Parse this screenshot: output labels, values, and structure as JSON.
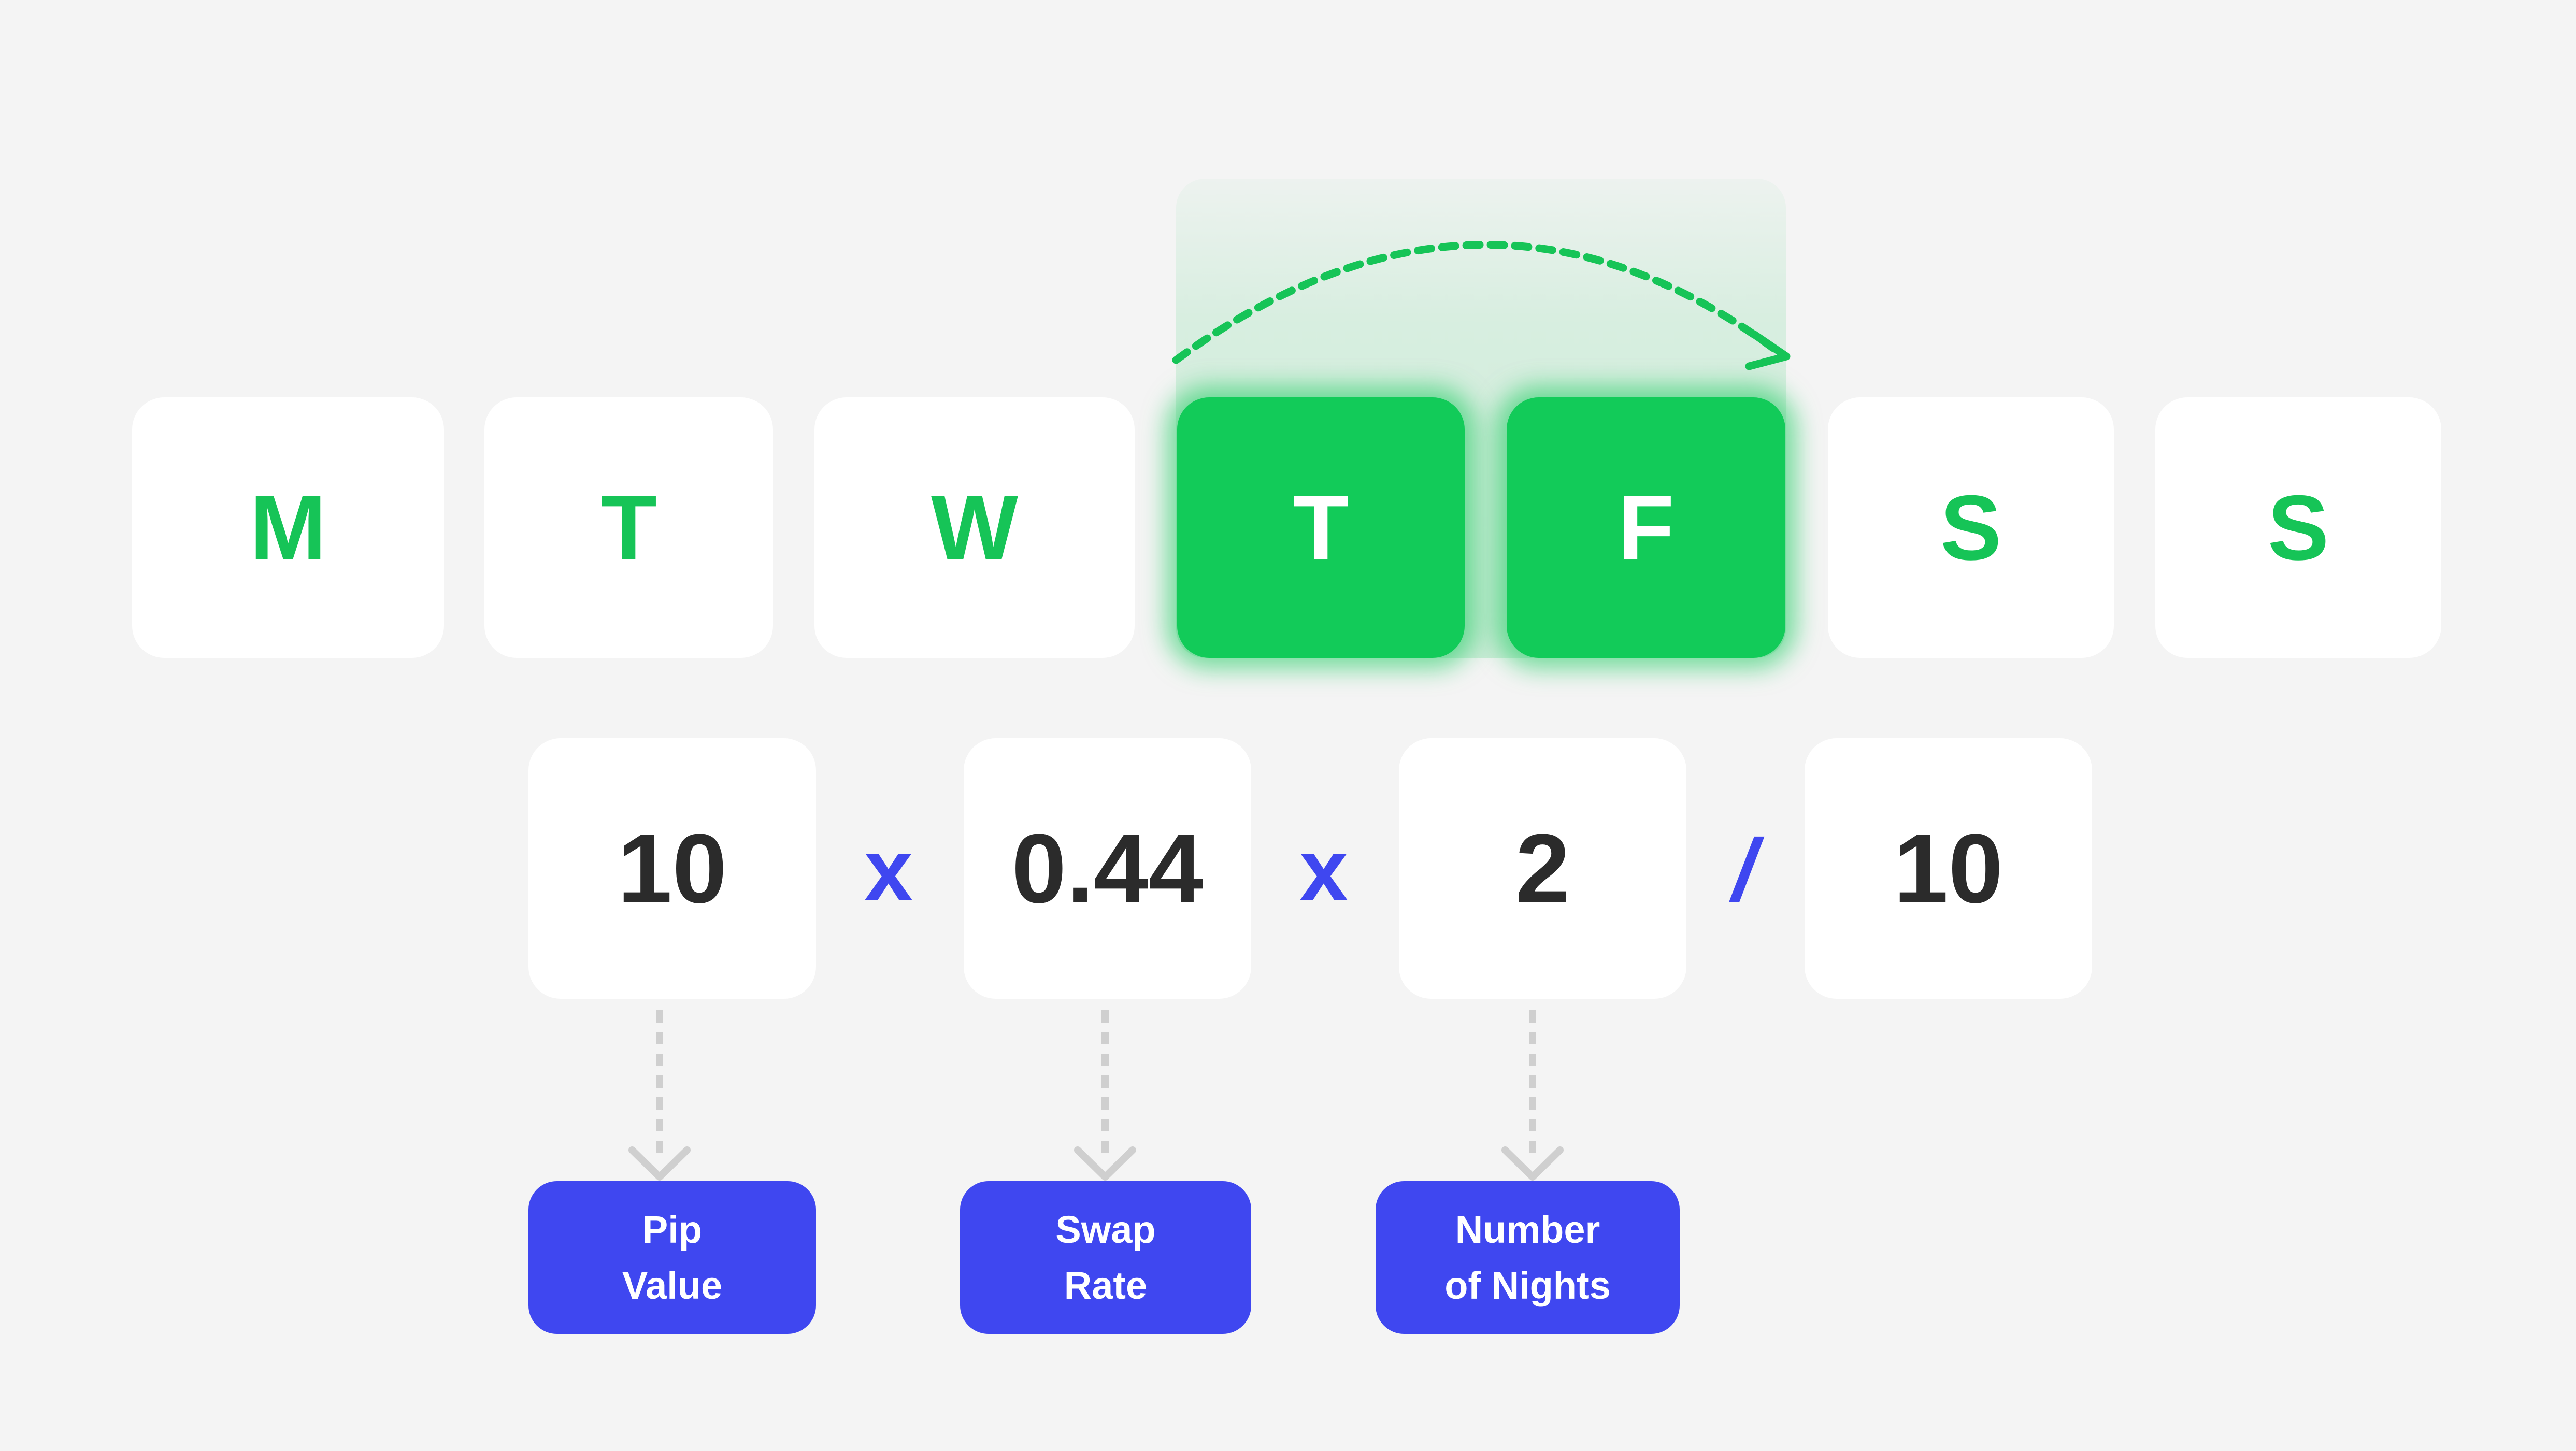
{
  "colors": {
    "background": "#f4f4f4",
    "tile": "#ffffff",
    "accent_green": "#16c457",
    "accent_blue": "#3f47f0",
    "value_text": "#2b2b2b",
    "connector_gray": "#cfcfcf"
  },
  "icons": {
    "night": "moon-icon",
    "carry_arrow": "dashed-arc-arrow-icon"
  },
  "days": [
    {
      "letter": "M",
      "active": false
    },
    {
      "letter": "T",
      "active": false
    },
    {
      "letter": "W",
      "active": false
    },
    {
      "letter": "T",
      "active": true
    },
    {
      "letter": "F",
      "active": true
    },
    {
      "letter": "S",
      "active": false
    },
    {
      "letter": "S",
      "active": false
    }
  ],
  "formula": {
    "values": [
      "10",
      "0.44",
      "2",
      "10"
    ],
    "operators": [
      "x",
      "x",
      "/"
    ]
  },
  "labels": [
    {
      "line1": "Pip",
      "line2": "Value"
    },
    {
      "line1": "Swap",
      "line2": "Rate"
    },
    {
      "line1": "Number",
      "line2": "of Nights"
    }
  ]
}
